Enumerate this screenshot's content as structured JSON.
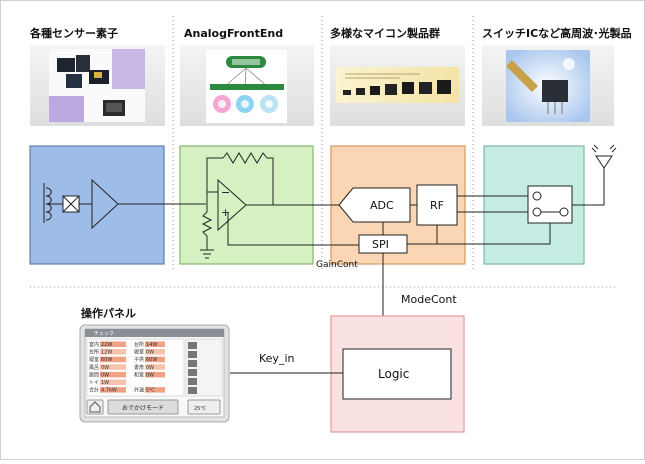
{
  "columns": {
    "sensors": "各種センサー素子",
    "afe": "AnalogFrontEnd",
    "mcu": "多様なマイコン製品群",
    "rf": "スイッチICなど高周波･光製品"
  },
  "panel_title": "操作パネル",
  "blocks": {
    "adc": "ADC",
    "rf": "RF",
    "spi": "SPI",
    "logic": "Logic",
    "op_minus": "−",
    "op_plus": "+"
  },
  "signals": {
    "gain_cont": "GainCont",
    "mode_cont": "ModeCont",
    "key_in": "Key_in"
  },
  "lcd": {
    "header": "チェック",
    "rows": [
      [
        "室内",
        "22W",
        "台所",
        "14W"
      ],
      [
        "台所",
        "12W",
        "寝室",
        "0W"
      ],
      [
        "寝室",
        "60W",
        "子供",
        "60W"
      ],
      [
        "風呂",
        "0W",
        "書斎",
        "0W"
      ],
      [
        "居間",
        "0W",
        "和室",
        "0W"
      ],
      [
        "トイレ",
        "1W",
        "",
        ""
      ],
      [
        "合計",
        "4.7kW",
        "外温",
        "5℃"
      ]
    ],
    "mode_button": "おでかけモード",
    "temp": "25℃"
  },
  "colors": {
    "sensor_fill": "#9ebce8",
    "afe_fill": "#d5f1c1",
    "mcu_fill": "#fad6b4",
    "rf_fill": "#c5ece2",
    "logic_fill": "#fbe2e2",
    "logic_border": "#e19b9b"
  }
}
